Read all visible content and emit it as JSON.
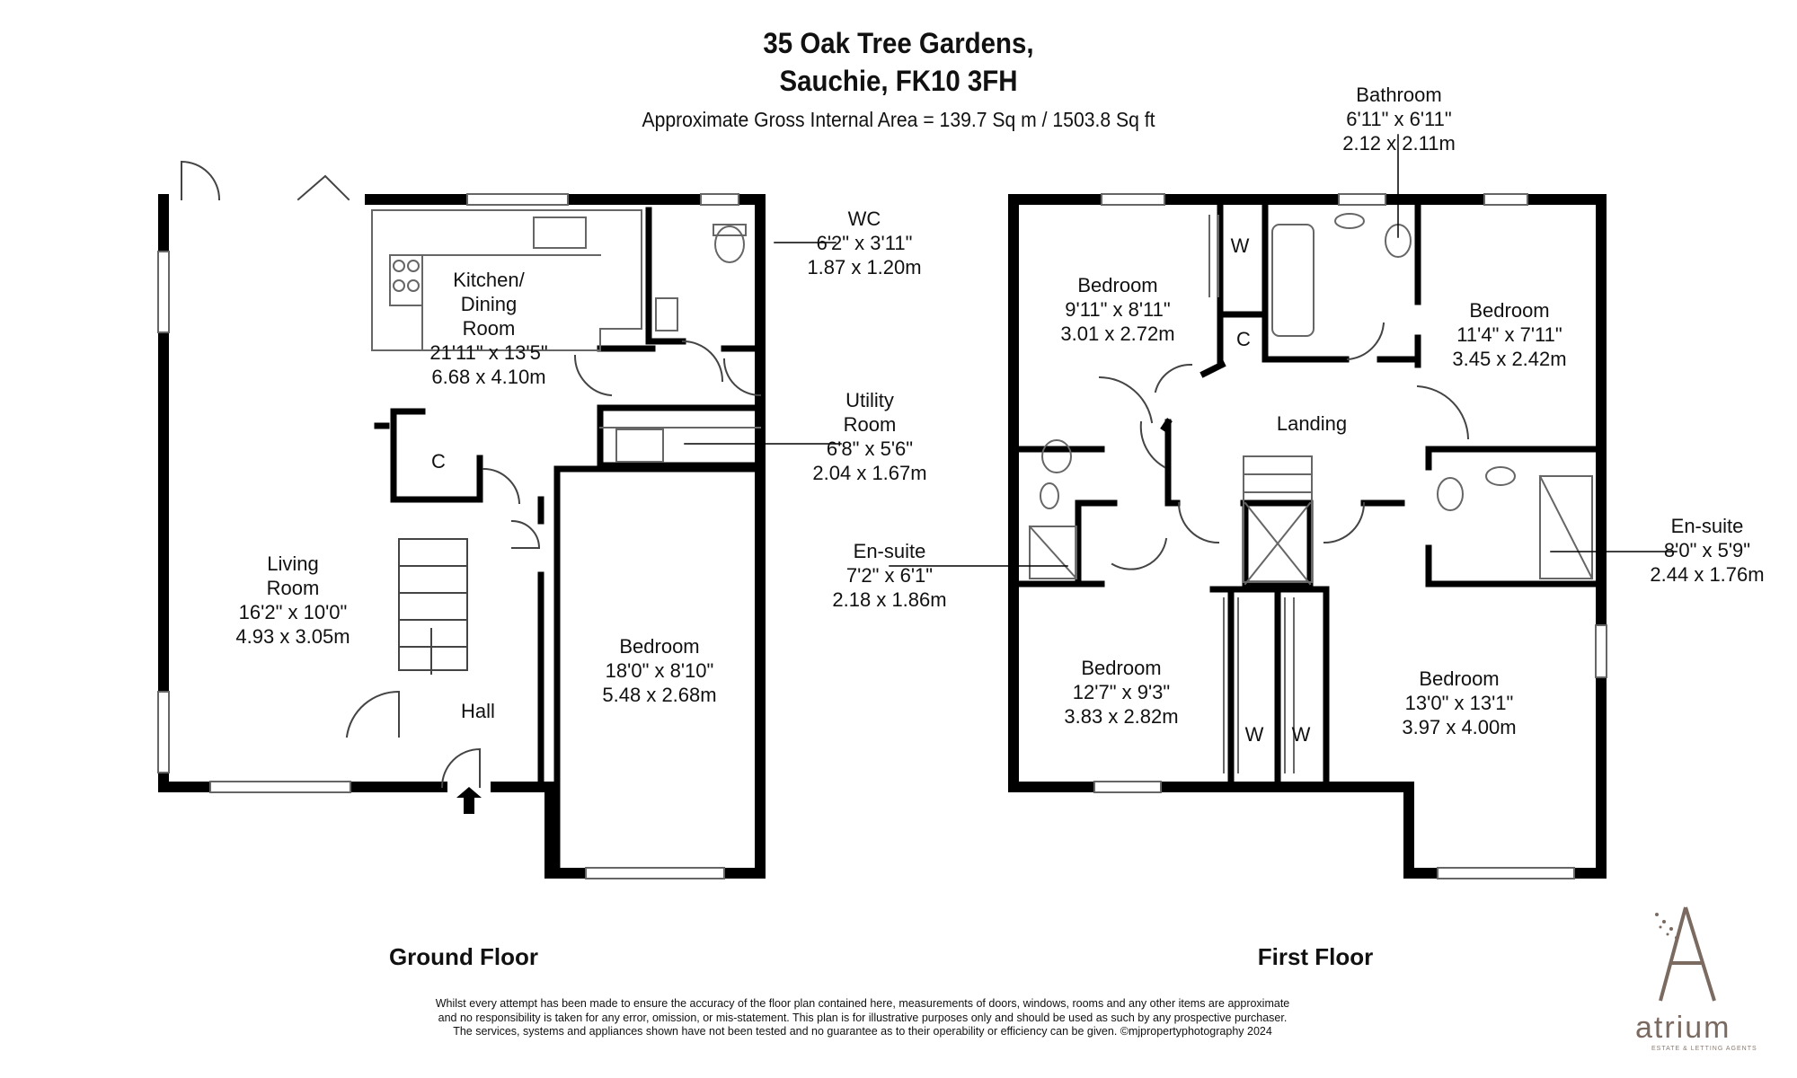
{
  "header": {
    "title_line1": "35 Oak Tree Gardens,",
    "title_line2": "Sauchie, FK10 3FH",
    "area": "Approximate Gross Internal Area = 139.7 Sq m / 1503.8 Sq ft"
  },
  "floors": {
    "ground": "Ground Floor",
    "first": "First Floor"
  },
  "ground_rooms": {
    "kitchen": {
      "name1": "Kitchen/",
      "name2": "Dining",
      "name3": "Room",
      "imperial": "21'11\" x 13'5\"",
      "metric": "6.68 x 4.10m"
    },
    "wc": {
      "name": "WC",
      "imperial": "6'2\" x 3'11\"",
      "metric": "1.87 x 1.20m"
    },
    "utility": {
      "name1": "Utility",
      "name2": "Room",
      "imperial": "6'8\" x 5'6\"",
      "metric": "2.04 x 1.67m"
    },
    "living": {
      "name1": "Living",
      "name2": "Room",
      "imperial": "16'2\" x 10'0\"",
      "metric": "4.93 x 3.05m"
    },
    "cupboard": {
      "name": "C"
    },
    "hall": {
      "name": "Hall"
    },
    "bedroom": {
      "name": "Bedroom",
      "imperial": "18'0\" x 8'10\"",
      "metric": "5.48 x 2.68m"
    }
  },
  "first_rooms": {
    "bathroom": {
      "name": "Bathroom",
      "imperial": "6'11\" x 6'11\"",
      "metric": "2.12 x 2.11m"
    },
    "bedroom_nw": {
      "name": "Bedroom",
      "imperial": "9'11\" x 8'11\"",
      "metric": "3.01 x 2.72m"
    },
    "wardrobe_top": {
      "name": "W"
    },
    "cupboard": {
      "name": "C"
    },
    "bedroom_ne": {
      "name": "Bedroom",
      "imperial": "11'4\" x 7'11\"",
      "metric": "3.45 x 2.42m"
    },
    "landing": {
      "name": "Landing"
    },
    "ensuite_w": {
      "name": "En-suite",
      "imperial": "7'2\" x 6'1\"",
      "metric": "2.18 x 1.86m"
    },
    "ensuite_e": {
      "name": "En-suite",
      "imperial": "8'0\" x 5'9\"",
      "metric": "2.44 x 1.76m"
    },
    "bedroom_sw": {
      "name": "Bedroom",
      "imperial": "12'7\" x 9'3\"",
      "metric": "3.83 x 2.82m"
    },
    "bedroom_se": {
      "name": "Bedroom",
      "imperial": "13'0\" x 13'1\"",
      "metric": "3.97 x 4.00m"
    },
    "wardrobe_1": {
      "name": "W"
    },
    "wardrobe_2": {
      "name": "W"
    }
  },
  "disclaimer": {
    "line1": "Whilst every attempt has been made to ensure the accuracy of the floor plan contained here, measurements of doors, windows, rooms and any other items are approximate",
    "line2": "and no responsibility is taken for any error, omission, or mis-statement. This plan is for illustrative purposes only and should be used as such by any prospective purchaser.",
    "line3": "The services, systems and appliances shown have not been tested and no guarantee as to their operability or efficiency can be given. ©mjpropertyphotography 2024"
  },
  "logo": {
    "word": "atrium",
    "tagline": "ESTATE & LETTING AGENTS"
  },
  "colors": {
    "wall": "#000000",
    "fixture": "#555555",
    "logo": "#7a6a60"
  }
}
